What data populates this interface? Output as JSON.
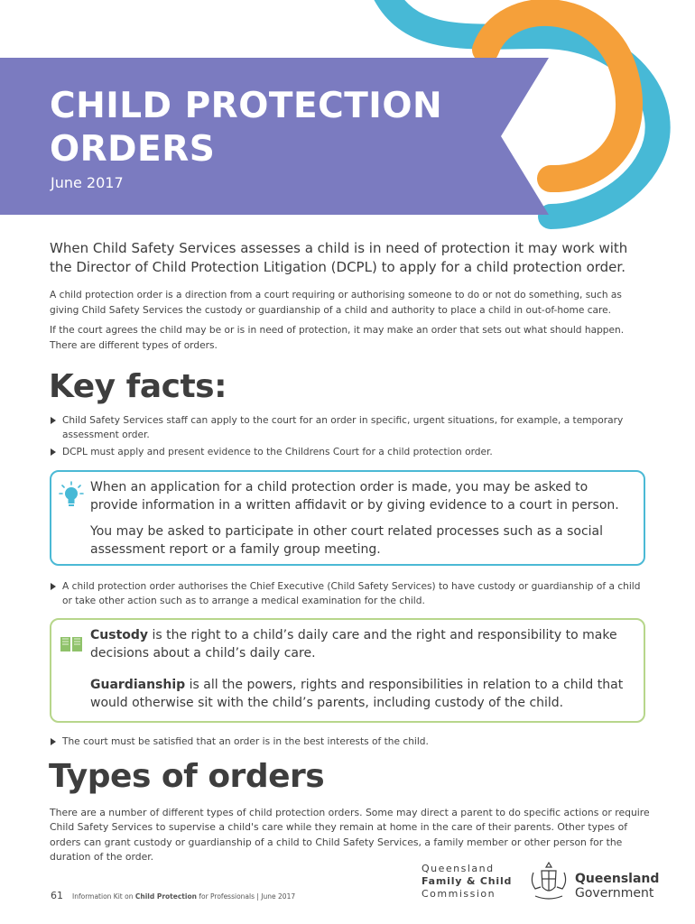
{
  "banner": {
    "title": "CHILD PROTECTION ORDERS",
    "date": "June 2017",
    "color": "#7b7bc0"
  },
  "intro": "When Child Safety Services assesses a child is in need of protection it may work with the Director of Child Protection Litigation (DCPL) to apply for a child protection order.",
  "body": [
    "A child protection order is a direction from a court requiring or authorising someone to do or not do something, such as giving Child Safety Services the custody or guardianship of a child and authority to place a child in out-of-home care.",
    "If the court agrees the child may be or is in need of protection, it may make an order that sets out what should happen. There are different types of orders."
  ],
  "key_facts": {
    "heading": "Key facts:",
    "bullets": [
      "Child Safety Services staff can apply to the court for an order in specific, urgent situations, for example, a temporary assessment order.",
      "DCPL must apply and present evidence to the Childrens Court for a child protection order.",
      "A child protection order authorises the Chief Executive (Child Safety Services) to have custody or guardianship of a child or take other action such as to arrange a medical examination for the child.",
      "The court must be satisfied that an order is in the best interests of the child."
    ],
    "tip_box": {
      "icon": "lightbulb-icon",
      "paragraphs": [
        "When an application for a child protection order is made, you may be asked to provide information in a written affidavit or by giving evidence to a court in person.",
        "You may be asked to participate in other court related processes such as a social assessment report or a family group meeting."
      ]
    },
    "definition_box": {
      "icon": "book-icon",
      "custody_term": "Custody",
      "custody_def": " is the right to a child’s daily care and the right and responsibility to make decisions about a child’s daily care.",
      "guardianship_term": "Guardianship",
      "guardianship_def": " is all the powers, rights and responsibilities in relation to a child that would otherwise sit with the child’s parents, including custody of the child."
    }
  },
  "types": {
    "heading": "Types of orders",
    "text": "There are a number of different types of child protection orders. Some may direct a parent to do specific actions or require Child Safety Services to supervise a child's care while they remain at home in the care of their parents. Other types of orders can grant custody or guardianship of a child to Child Safety Services, a family member or other person for the duration of the order."
  },
  "footer": {
    "page": "61",
    "prefix": "Information Kit on ",
    "bold": "Child Protection",
    "suffix": " for Professionals | June 2017"
  },
  "logos": {
    "qfcc_line1": "Queensland",
    "qfcc_line2": "Family & Child",
    "qfcc_line3": "Commission",
    "qgov_line1": "Queensland",
    "qgov_line2": "Government"
  },
  "colors": {
    "teal": "#47b9d6",
    "orange": "#f5a03a",
    "purple": "#7b7bc0",
    "green_border": "#b7d68b"
  }
}
